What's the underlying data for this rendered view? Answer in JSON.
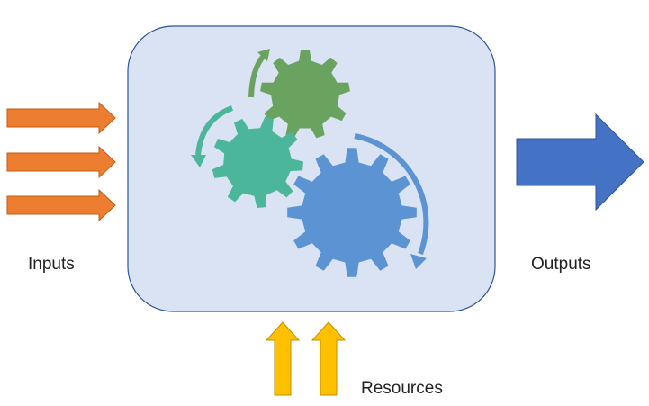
{
  "labels": {
    "inputs": "Inputs",
    "outputs": "Outputs",
    "resources": "Resources"
  },
  "colors": {
    "process_fill": "#dae3f3",
    "process_stroke": "#2f5597",
    "input_arrow": "#ed7d31",
    "output_arrow": "#4472c4",
    "resource_arrow": "#ffc000",
    "gear_dark_green": "#6aa35f",
    "gear_teal": "#4bb699",
    "gear_blue": "#5b93d3"
  },
  "icons": {
    "gears": "gear-icon",
    "rotation": "curved-arrow-icon"
  }
}
